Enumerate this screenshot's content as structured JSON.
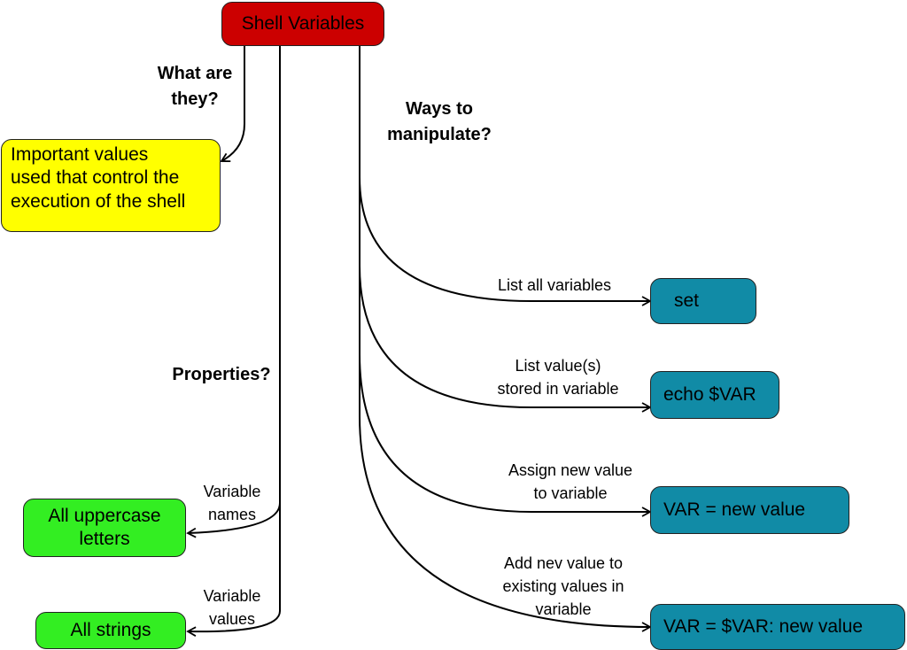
{
  "root": {
    "label": "Shell Variables"
  },
  "questions": {
    "what": "What are\nthey?",
    "ways": "Ways to\nmanipulate?",
    "properties": "Properties?"
  },
  "definition": {
    "text": "Important values\nused that control the\nexecution of the shell"
  },
  "properties": {
    "uppercase": {
      "edge_label": "Variable\nnames",
      "node": "All uppercase\nletters"
    },
    "strings": {
      "edge_label": "Variable\nvalues",
      "node": "All strings"
    }
  },
  "commands": [
    {
      "edge_label": "List all variables",
      "node": "set"
    },
    {
      "edge_label": "List value(s)\nstored in variable",
      "node": "echo $VAR"
    },
    {
      "edge_label": "Assign new value\nto variable",
      "node": "VAR = new value"
    },
    {
      "edge_label": "Add nev value to\nexisting values in\nvariable",
      "node": "VAR = $VAR: new value"
    }
  ],
  "colors": {
    "root": "#cc0000",
    "definition": "#ffff00",
    "property": "#33ee22",
    "command": "#118ba6"
  }
}
